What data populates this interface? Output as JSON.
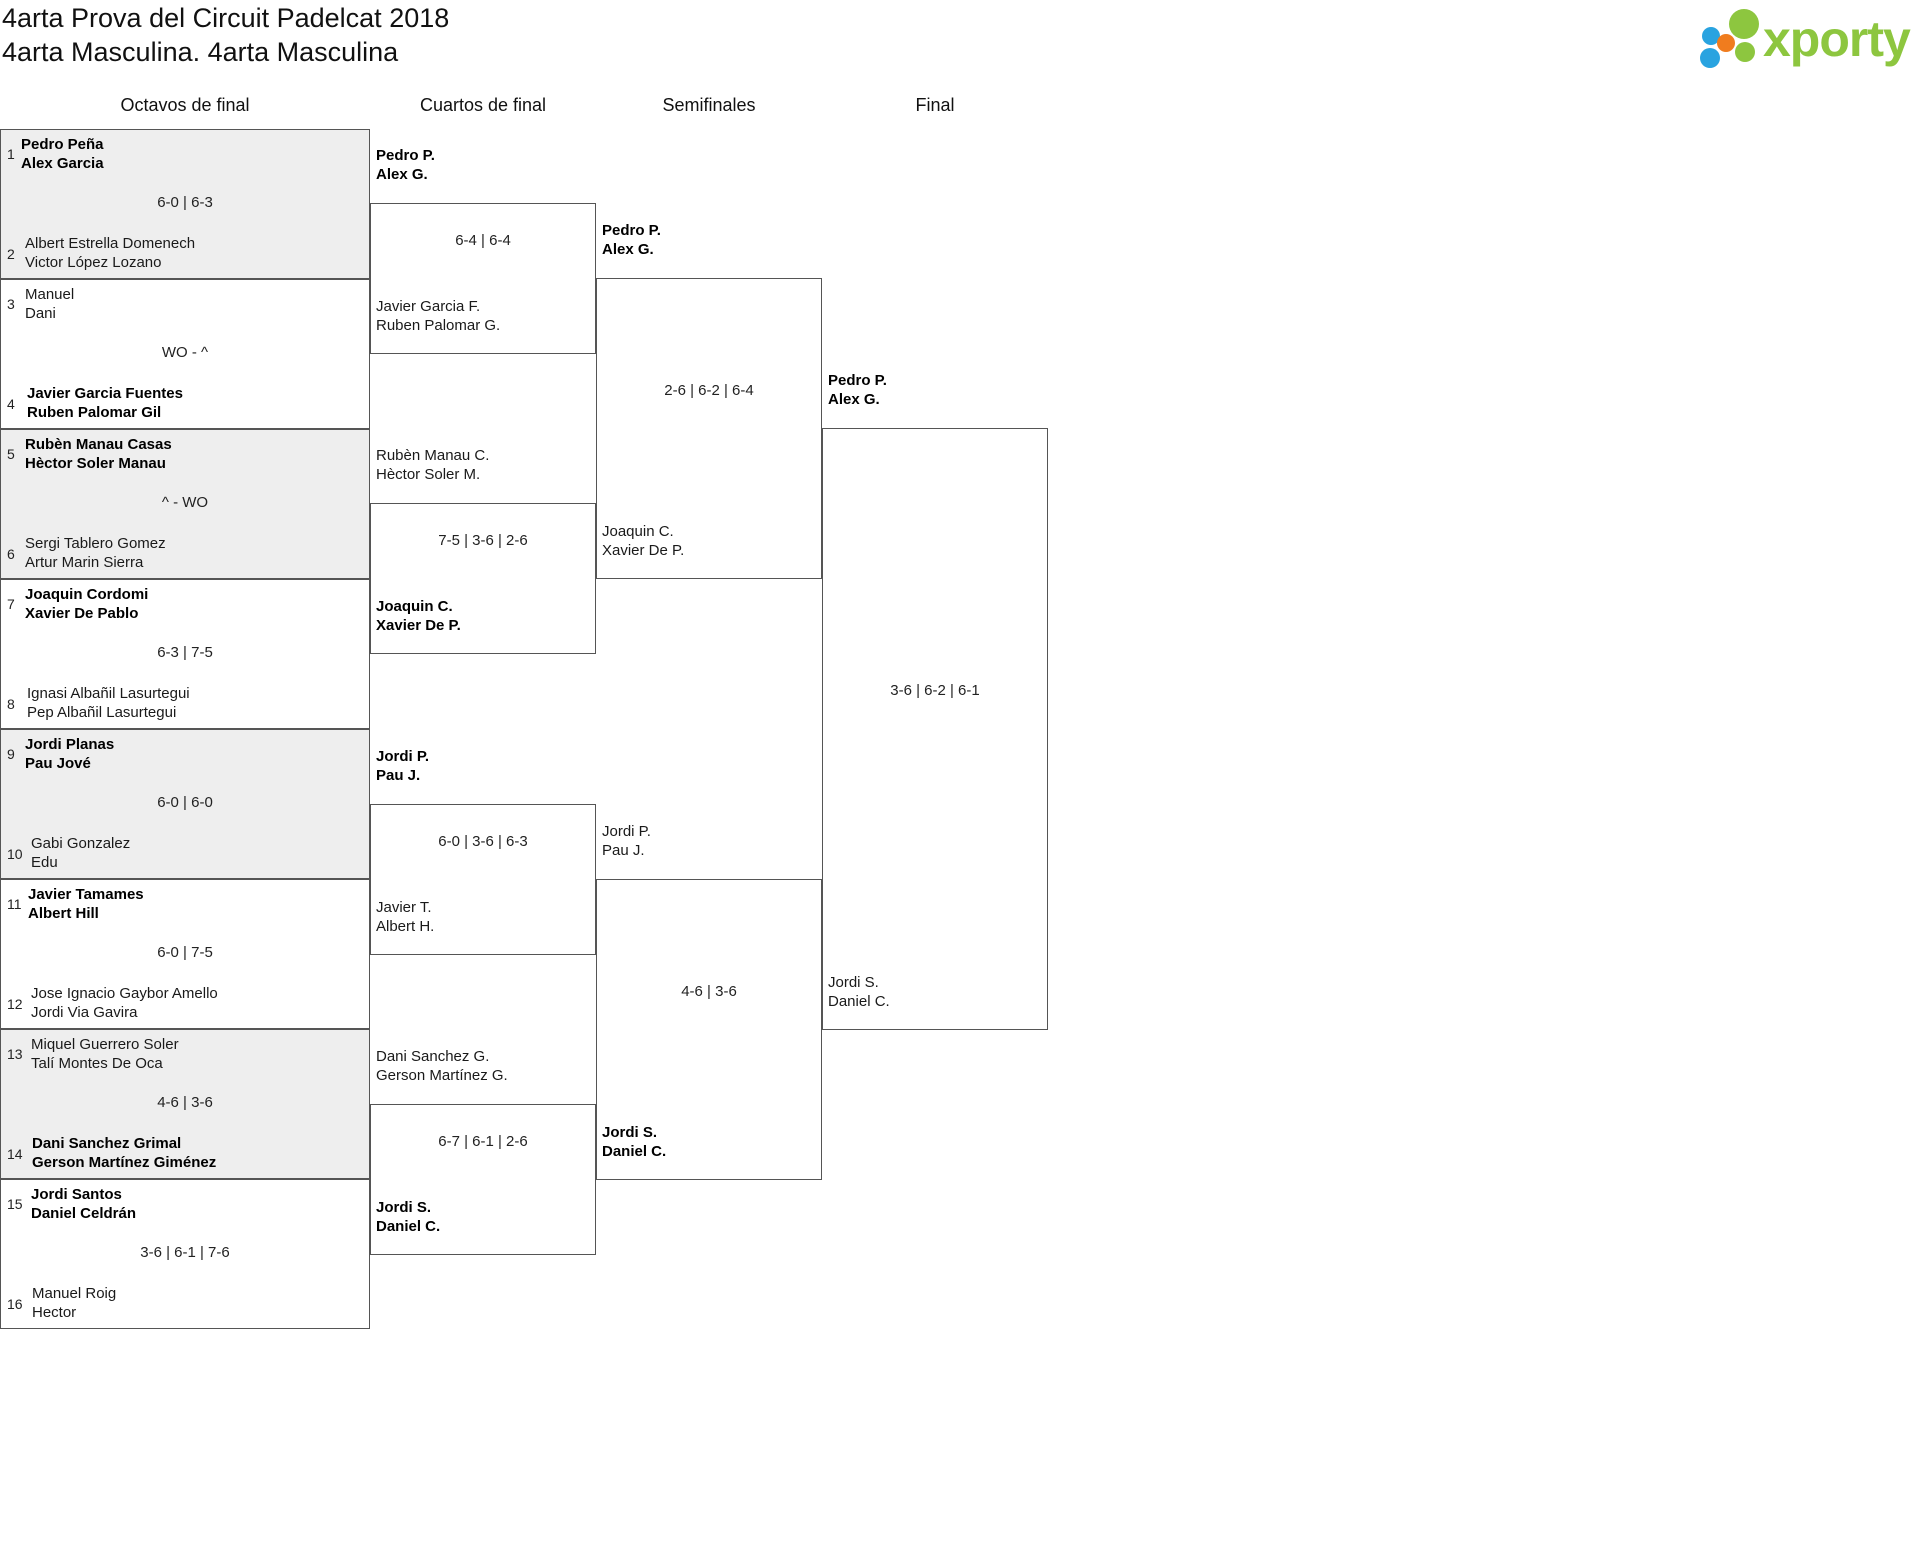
{
  "header": {
    "title": "4arta Prova del Circuit Padelcat 2018",
    "subtitle": "4arta Masculina. 4arta Masculina",
    "logo_text": "xporty"
  },
  "rounds": [
    "Octavos de final",
    "Cuartos de final",
    "Semifinales",
    "Final"
  ],
  "r16": [
    {
      "seed_a": "1",
      "team_a": [
        "Pedro Peña",
        "Alex Garcia"
      ],
      "seed_b": "2",
      "team_b": [
        "Albert Estrella Domenech",
        "Victor López Lozano"
      ],
      "score": "6-0 | 6-3",
      "winner": "a"
    },
    {
      "seed_a": "3",
      "team_a": [
        "Manuel",
        "Dani"
      ],
      "seed_b": "4",
      "team_b": [
        "Javier Garcia Fuentes",
        "Ruben Palomar Gil"
      ],
      "score": "WO - ^",
      "winner": "b"
    },
    {
      "seed_a": "5",
      "team_a": [
        "Rubèn Manau Casas",
        "Hèctor Soler Manau"
      ],
      "seed_b": "6",
      "team_b": [
        "Sergi Tablero Gomez",
        "Artur Marin Sierra"
      ],
      "score": "^ - WO",
      "winner": "a"
    },
    {
      "seed_a": "7",
      "team_a": [
        "Joaquin Cordomi",
        "Xavier De Pablo"
      ],
      "seed_b": "8",
      "team_b": [
        "Ignasi Albañil Lasurtegui",
        "Pep Albañil Lasurtegui"
      ],
      "score": "6-3 | 7-5",
      "winner": "a"
    },
    {
      "seed_a": "9",
      "team_a": [
        "Jordi Planas",
        "Pau Jové"
      ],
      "seed_b": "10",
      "team_b": [
        "Gabi Gonzalez",
        "Edu"
      ],
      "score": "6-0 | 6-0",
      "winner": "a"
    },
    {
      "seed_a": "11",
      "team_a": [
        "Javier Tamames",
        "Albert Hill"
      ],
      "seed_b": "12",
      "team_b": [
        "Jose Ignacio Gaybor Amello",
        "Jordi Via Gavira"
      ],
      "score": "6-0 | 7-5",
      "winner": "a"
    },
    {
      "seed_a": "13",
      "team_a": [
        "Miquel Guerrero Soler",
        "Talí Montes De Oca"
      ],
      "seed_b": "14",
      "team_b": [
        "Dani Sanchez Grimal",
        "Gerson Martínez Giménez"
      ],
      "score": "4-6 | 3-6",
      "winner": "b"
    },
    {
      "seed_a": "15",
      "team_a": [
        "Jordi Santos",
        "Daniel Celdrán"
      ],
      "seed_b": "16",
      "team_b": [
        "Manuel Roig",
        "Hector"
      ],
      "score": "3-6 | 6-1 | 7-6",
      "winner": "a"
    }
  ],
  "qf": [
    {
      "team_a": [
        "Pedro P.",
        "Alex G."
      ],
      "team_b": [
        "Javier Garcia F.",
        "Ruben Palomar G."
      ],
      "score": "6-4 | 6-4",
      "winner": "a"
    },
    {
      "team_a": [
        "Rubèn Manau C.",
        "Hèctor Soler M."
      ],
      "team_b": [
        "Joaquin C.",
        "Xavier De P."
      ],
      "score": "7-5 | 3-6 | 2-6",
      "winner": "b"
    },
    {
      "team_a": [
        "Jordi P.",
        "Pau J."
      ],
      "team_b": [
        "Javier T.",
        "Albert H."
      ],
      "score": "6-0 | 3-6 | 6-3",
      "winner": "a"
    },
    {
      "team_a": [
        "Dani Sanchez G.",
        "Gerson Martínez G."
      ],
      "team_b": [
        "Jordi S.",
        "Daniel C."
      ],
      "score": "6-7 | 6-1 | 2-6",
      "winner": "b"
    }
  ],
  "sf": [
    {
      "team_a": [
        "Pedro P.",
        "Alex G."
      ],
      "team_b": [
        "Joaquin C.",
        "Xavier De P."
      ],
      "score": "2-6 | 6-2 | 6-4",
      "winner": "a"
    },
    {
      "team_a": [
        "Jordi P.",
        "Pau J."
      ],
      "team_b": [
        "Jordi S.",
        "Daniel C."
      ],
      "score": "4-6 | 3-6",
      "winner": "b"
    }
  ],
  "final": {
    "team_a": [
      "Pedro P.",
      "Alex G."
    ],
    "team_b": [
      "Jordi S.",
      "Daniel C."
    ],
    "score": "3-6 | 6-2 | 6-1"
  }
}
